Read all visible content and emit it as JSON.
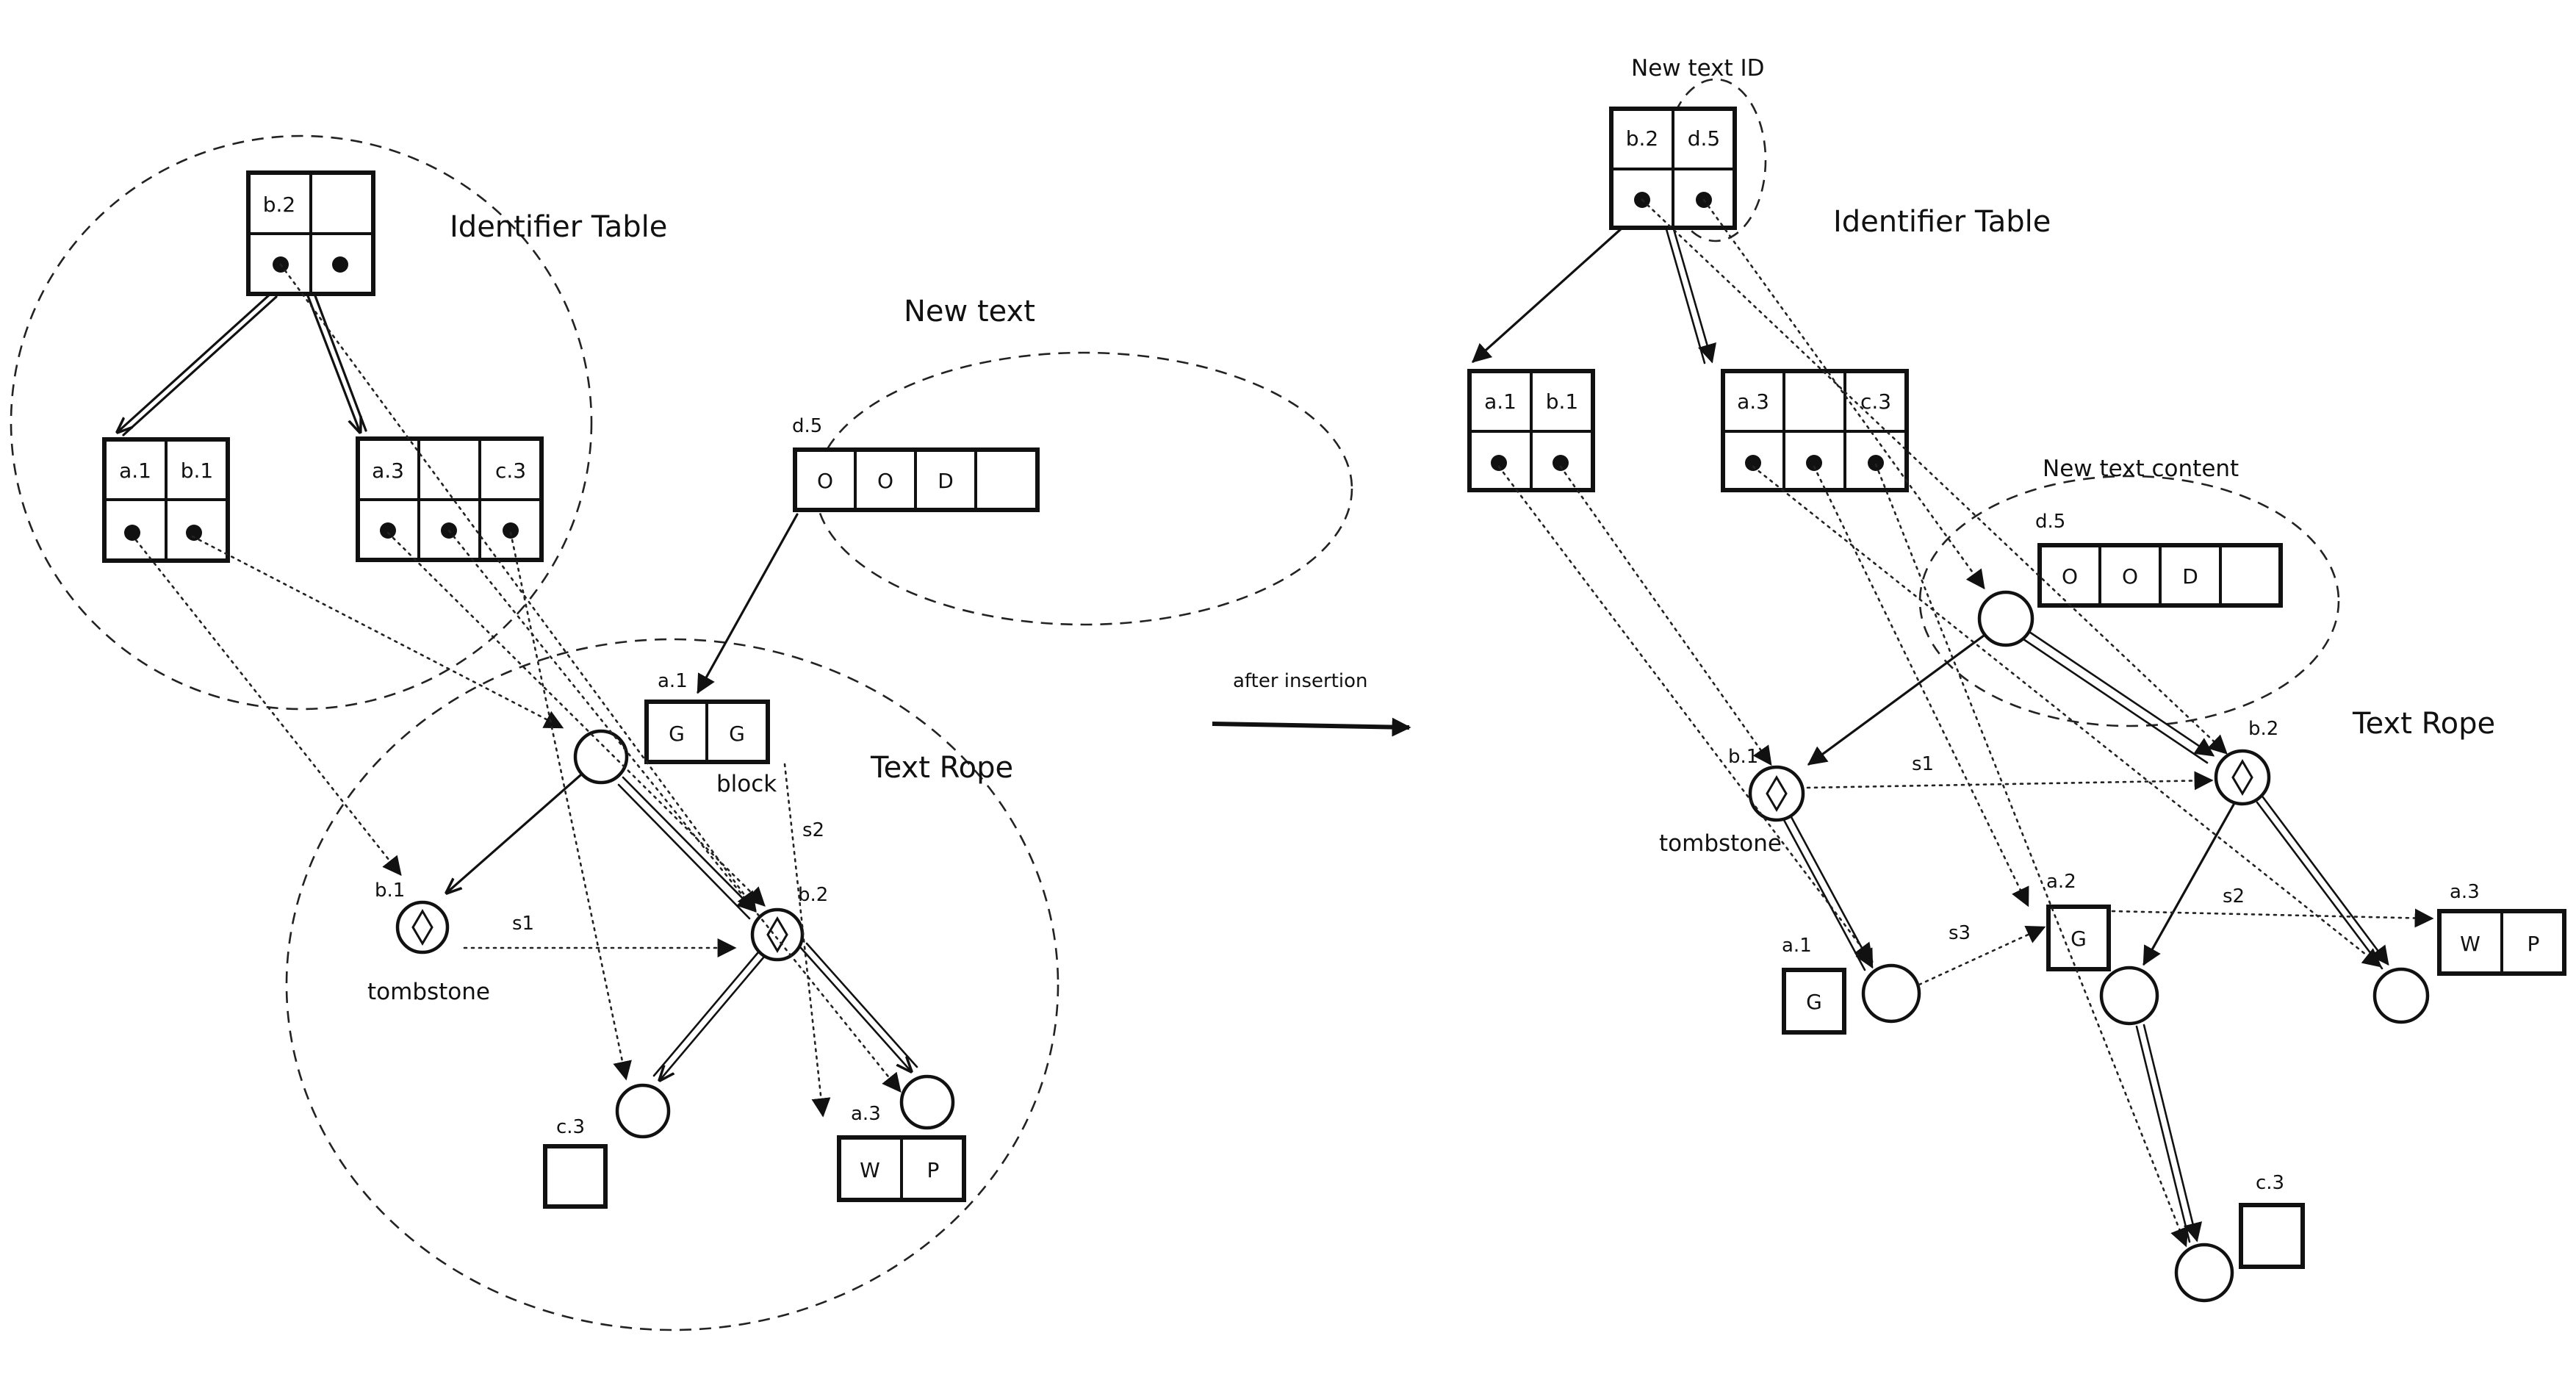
{
  "transition_label": "after insertion",
  "before": {
    "identifier_table_label": "Identifier Table",
    "new_text_label": "New text",
    "text_rope_label": "Text Rope",
    "block_label": "block",
    "tombstone_label": "tombstone",
    "root_ids": [
      "b.2",
      ""
    ],
    "left_ids": [
      "a.1",
      "b.1"
    ],
    "right_ids": [
      "a.3",
      "",
      "c.3"
    ],
    "new_text_id": "d.5",
    "new_text_chars": [
      "O",
      "O",
      "D",
      ""
    ],
    "rope": {
      "block_id": "a.1",
      "block_chars": [
        "G",
        "G"
      ],
      "b1_id": "b.1",
      "b2_id": "b.2",
      "c3_id": "c.3",
      "a3_id": "a.3",
      "a3_chars": [
        "W",
        "P"
      ],
      "s1": "s1",
      "s2": "s2"
    }
  },
  "after": {
    "new_text_id_label": "New text ID",
    "identifier_table_label": "Identifier Table",
    "new_text_content_label": "New text content",
    "text_rope_label": "Text Rope",
    "tombstone_label": "tombstone",
    "root_ids": [
      "b.2",
      "d.5"
    ],
    "left_ids": [
      "a.1",
      "b.1"
    ],
    "right_ids": [
      "a.3",
      "",
      "c.3"
    ],
    "new_text_id": "d.5",
    "new_text_chars": [
      "O",
      "O",
      "D",
      ""
    ],
    "rope": {
      "b1_id": "b.1",
      "b2_id": "b.2",
      "a1_id": "a.1",
      "a1_chars": [
        "G"
      ],
      "a2_id": "a.2",
      "a2_chars": [
        "G"
      ],
      "a3_id": "a.3",
      "a3_chars": [
        "W",
        "P"
      ],
      "c3_id": "c.3",
      "s1": "s1",
      "s2": "s2",
      "s3": "s3"
    }
  }
}
